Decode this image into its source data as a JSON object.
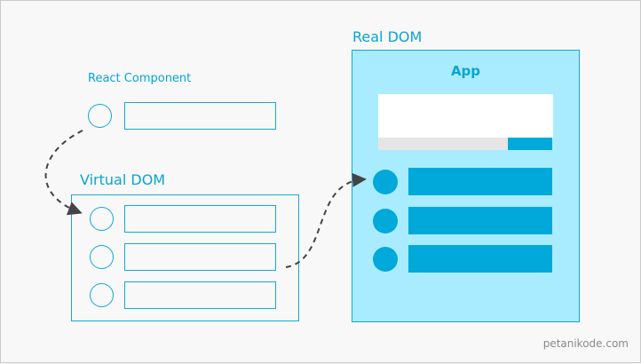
{
  "labels": {
    "react_component": "React Component",
    "virtual_dom": "Virtual DOM",
    "real_dom": "Real DOM",
    "app": "App"
  },
  "watermark": "petanikode.com",
  "colors": {
    "accent": "#0aa4d2",
    "filled_blue": "#00a9d9",
    "real_dom_background": "#a9ecff",
    "arrow": "#444444",
    "background": "#f8f8f8"
  }
}
